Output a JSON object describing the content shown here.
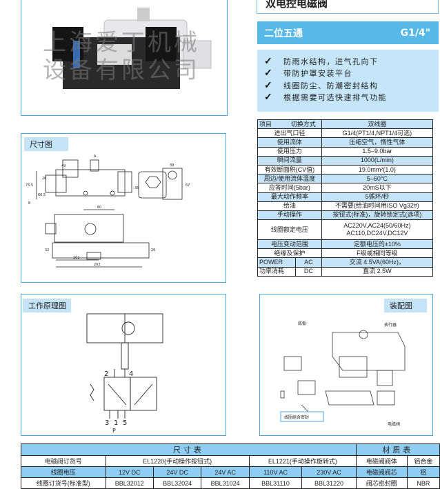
{
  "title": "双电控电磁阀",
  "header": {
    "type": "二位五通",
    "port": "G1/4\""
  },
  "features": [
    "防雨水结构，进气孔向下",
    "带防护罩安装平台",
    "线圈防尘、防潮密封结构",
    "根据需要可选快速排气功能"
  ],
  "feature_icon": "check-icon",
  "spec": {
    "header_item": "项目",
    "header_mode": "切换方式",
    "header_value": "双线圈",
    "rows": [
      [
        "进出气口径",
        "G1/4(PT1/4,NPT1/4可选)"
      ],
      [
        "使用流体",
        "压缩空气，惰性气体"
      ],
      [
        "使用压力",
        "1.5–9.0bar"
      ],
      [
        "瞬间流量",
        "1000(L/min)"
      ],
      [
        "有效断面积(CV值)",
        "19.0mm²(1.0)"
      ],
      [
        "周边/使用流体温度",
        "5–60°C"
      ],
      [
        "应答时间(5bar)",
        "20mS以下"
      ],
      [
        "最大动作频率",
        "5循环/秒"
      ],
      [
        "给油",
        "不需要(给油时间用ISO Vg32#)"
      ],
      [
        "手动操作",
        "按钮式(标准)，旋转锁定式(选项)"
      ],
      [
        "线圈额定电压",
        "AC220V,AC24(50/60Hz) AC110,DC24V,DC12V"
      ],
      [
        "电压变动范围",
        "定额电压的±10%"
      ],
      [
        "绝缘及保护",
        "F级或相同等级"
      ]
    ],
    "power_label": "POWER",
    "power_sub": "功率消耗",
    "ac": "AC",
    "dc": "DC",
    "ac_value": "交流 4.5VA(60Hz)，",
    "dc_value": "直流 2.5W"
  },
  "dimension_panel": {
    "label": "尺寸图",
    "dims": [
      "49",
      "20",
      "73.5",
      "60.5",
      "8",
      "35",
      "80",
      "39",
      "67",
      "32",
      "26",
      "101",
      "202",
      "A"
    ]
  },
  "working_panel": {
    "label": "工作原理图",
    "ports": [
      "2",
      "4",
      "3",
      "1",
      "5",
      "P"
    ]
  },
  "assembly_panel": {
    "label": "装配图",
    "callouts": [
      "底板",
      "执行器",
      "线圈组合密封",
      "电磁阀"
    ]
  },
  "watermark": "上海爱丁机械设备有限公司",
  "bottom_table": {
    "title": "尺寸表",
    "material_title": "材质表",
    "row1": {
      "label": "电磁阀订货号",
      "a": "EL1220(手动操作按钮式)",
      "b": "EL1221(手动操作旋转式)",
      "m1": "电磁阀阀体",
      "m2": "铝合金"
    },
    "row2": {
      "label": "线圈电压",
      "values": [
        "12V DC",
        "24V DC",
        "24V AC",
        "110V AC",
        "230V AC"
      ],
      "m1": "电磁阀阀芯",
      "m2": "铝"
    },
    "row3": {
      "label": "线圈订货号(标准型)",
      "values": [
        "BBL32012",
        "BBL32024",
        "BBL31024",
        "BBL31110",
        "BBL31220"
      ],
      "m1": "阀芯密封圈",
      "m2": "NBR"
    }
  }
}
